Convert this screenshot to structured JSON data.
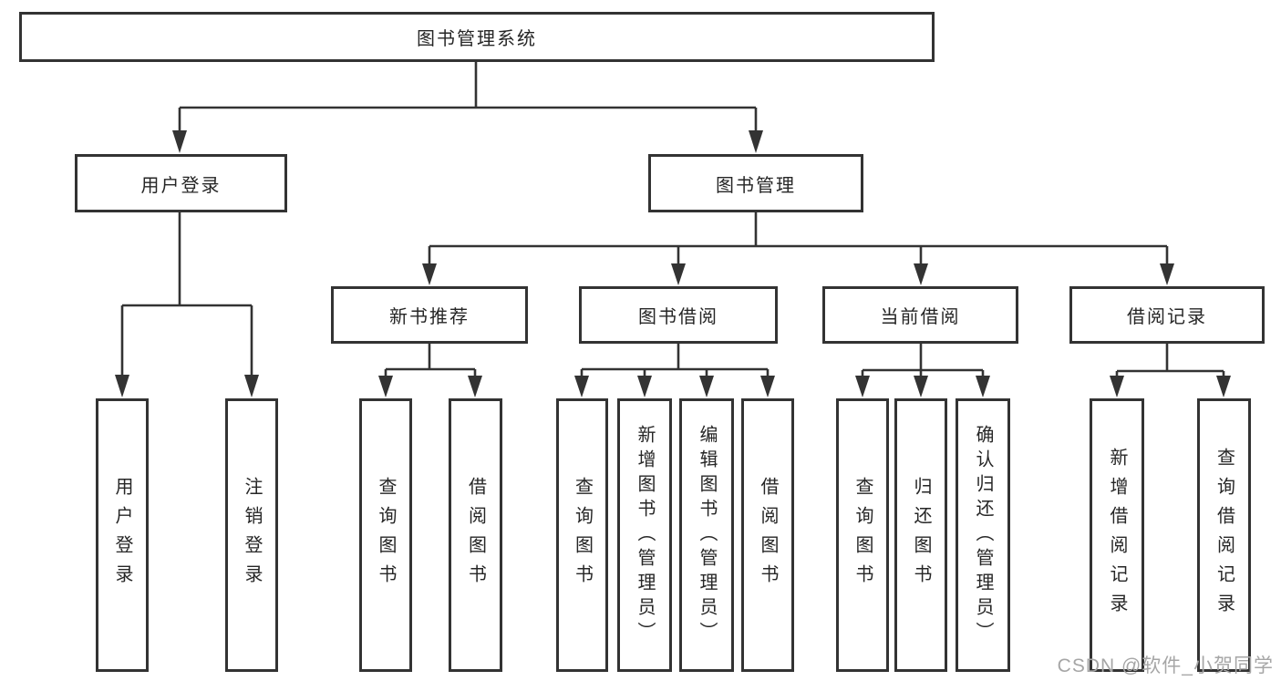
{
  "tree": {
    "label": "图书管理系统",
    "children": [
      {
        "label": "用户登录",
        "children": [
          {
            "label": "用户登录"
          },
          {
            "label": "注销登录"
          }
        ]
      },
      {
        "label": "图书管理",
        "children": [
          {
            "label": "新书推荐",
            "children": [
              {
                "label": "查询图书"
              },
              {
                "label": "借阅图书"
              }
            ]
          },
          {
            "label": "图书借阅",
            "children": [
              {
                "label": "查询图书"
              },
              {
                "label": "新增图书（管理员）"
              },
              {
                "label": "编辑图书（管理员）"
              },
              {
                "label": "借阅图书"
              }
            ]
          },
          {
            "label": "当前借阅",
            "children": [
              {
                "label": "查询图书"
              },
              {
                "label": "归还图书"
              },
              {
                "label": "确认归还（管理员）"
              }
            ]
          },
          {
            "label": "借阅记录",
            "children": [
              {
                "label": "新增借阅记录"
              },
              {
                "label": "查询借阅记录"
              }
            ]
          }
        ]
      }
    ]
  },
  "watermark": "CSDN @软件_小贺同学",
  "colors": {
    "line": "#333333",
    "box_border": "#333333",
    "text": "#262626",
    "watermark": "#a6a6a6",
    "background": "#ffffff"
  }
}
